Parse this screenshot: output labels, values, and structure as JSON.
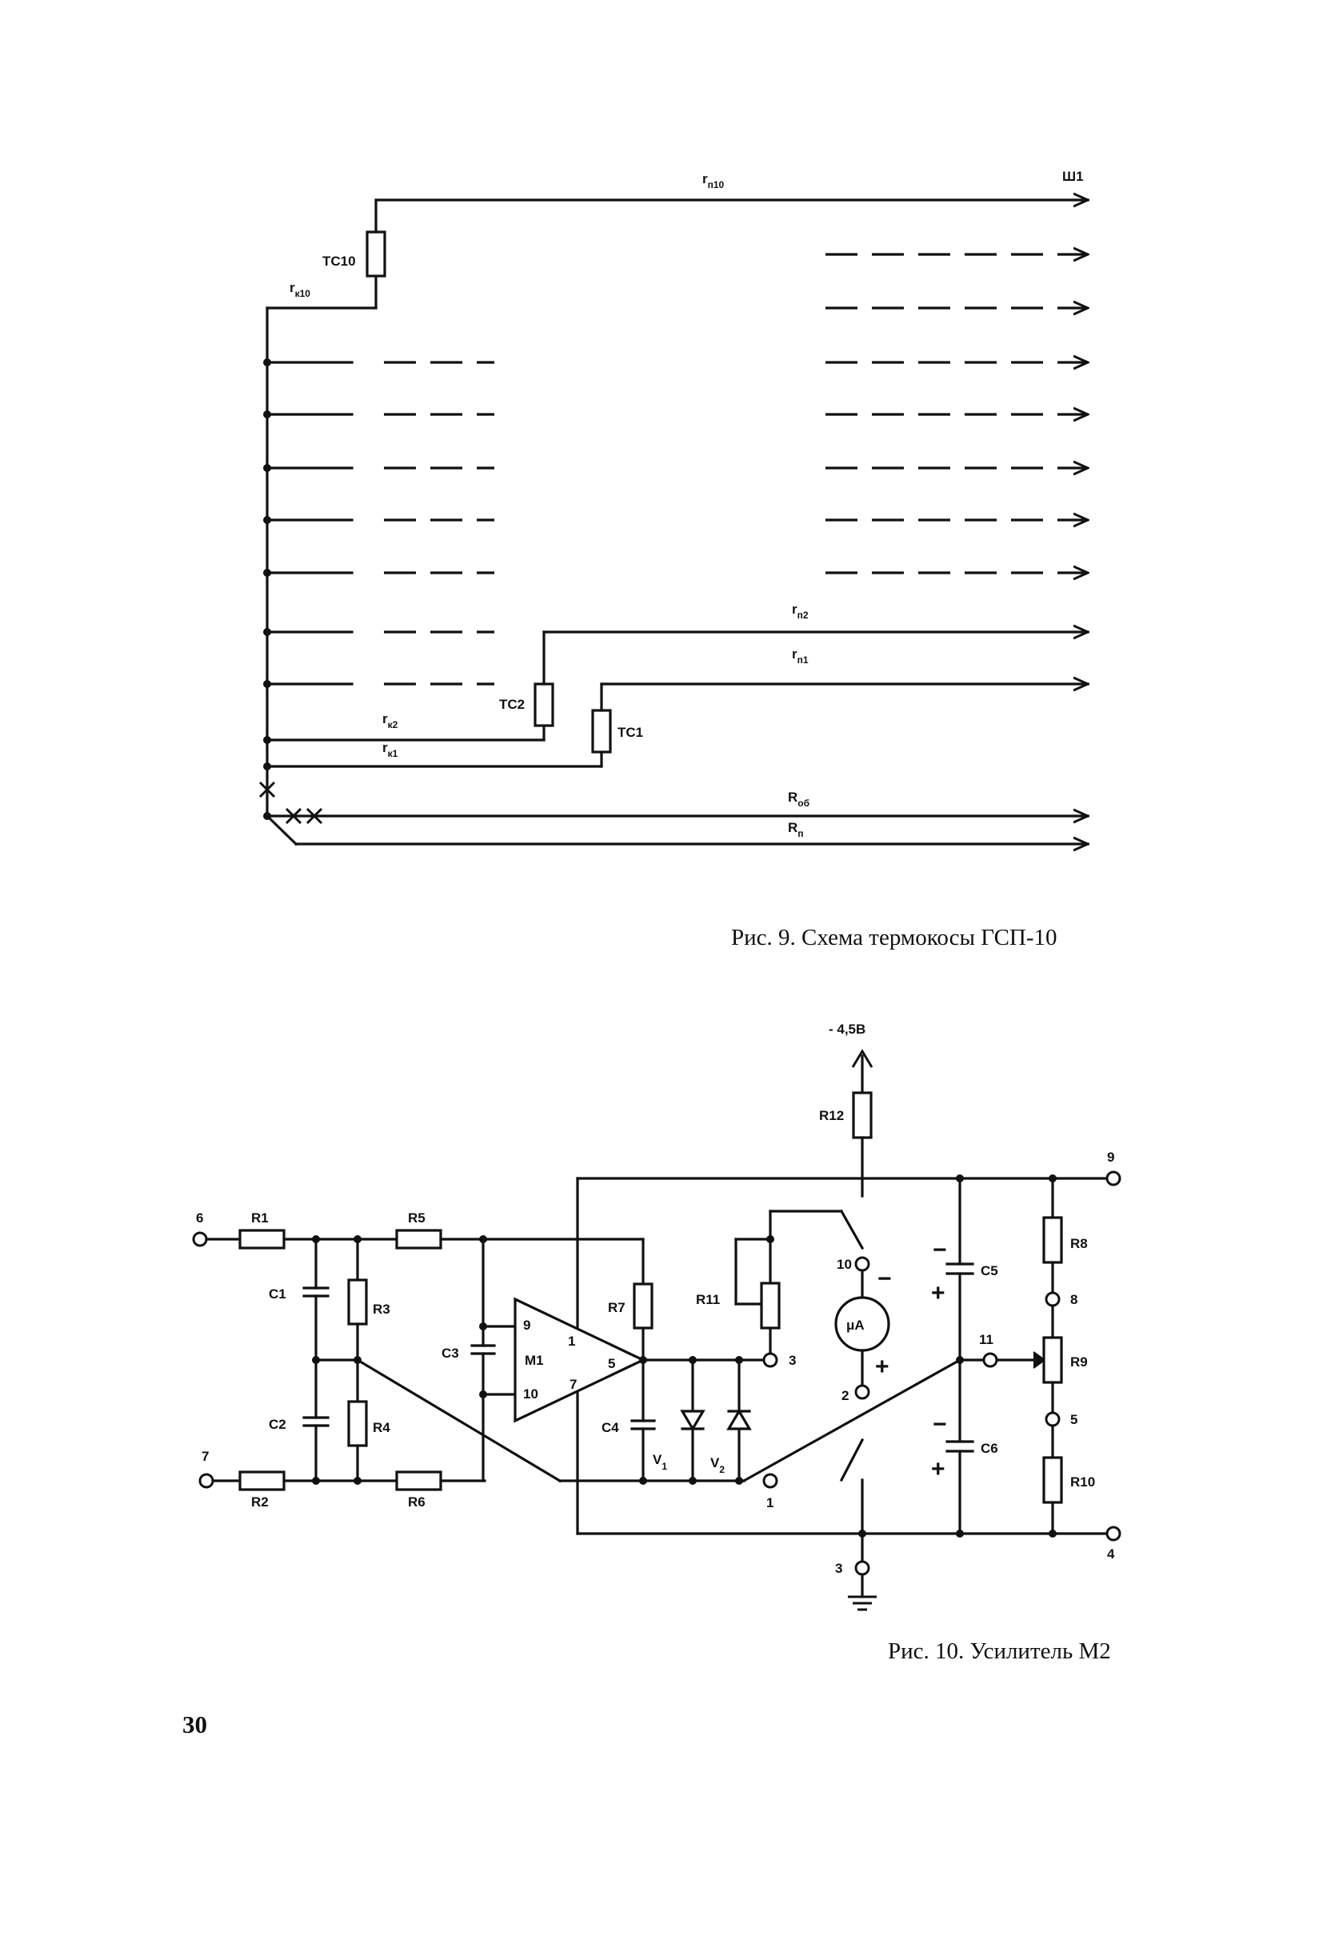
{
  "figure9": {
    "caption": "Рис. 9. Схема термокосы ГСП-10",
    "labels": {
      "sh1": "Ш1",
      "rn10": "r",
      "rn10_sub": "п10",
      "tc10": "ТС10",
      "rk10": "r",
      "rk10_sub": "к10",
      "rn2": "r",
      "rn2_sub": "п2",
      "rn1": "r",
      "rn1_sub": "п1",
      "tc2": "ТС2",
      "tc1": "ТС1",
      "rk2": "r",
      "rk2_sub": "к2",
      "rk1": "r",
      "rk1_sub": "к1",
      "rob": "R",
      "rob_sub": "об",
      "rp": "R",
      "rp_sub": "п"
    }
  },
  "figure10": {
    "caption": "Рис. 10. Усилитель М2",
    "labels": {
      "supply": "- 4,5В",
      "r12": "R12",
      "term9": "9",
      "term6": "6",
      "term7": "7",
      "term4": "4",
      "term3": "3",
      "r1": "R1",
      "r2": "R2",
      "r3": "R3",
      "r4": "R4",
      "r5": "R5",
      "r6": "R6",
      "r7": "R7",
      "r8": "R8",
      "r9": "R9",
      "r10": "R10",
      "r11": "R11",
      "c1": "C1",
      "c2": "C2",
      "c3": "C3",
      "c4": "C4",
      "c5": "C5",
      "c6": "C6",
      "m1": "М1",
      "pin9": "9",
      "pin10": "10",
      "pin1": "1",
      "pin7": "7",
      "pin5": "5",
      "sw10": "10",
      "sw2": "2",
      "sw1": "1",
      "sw3": "3",
      "meter": "μA",
      "minus": "−",
      "plus": "+",
      "v1": "V",
      "v1_sub": "1",
      "v2": "V",
      "v2_sub": "2",
      "n8": "8",
      "n5": "5",
      "n11": "11"
    }
  },
  "page_number": "30"
}
